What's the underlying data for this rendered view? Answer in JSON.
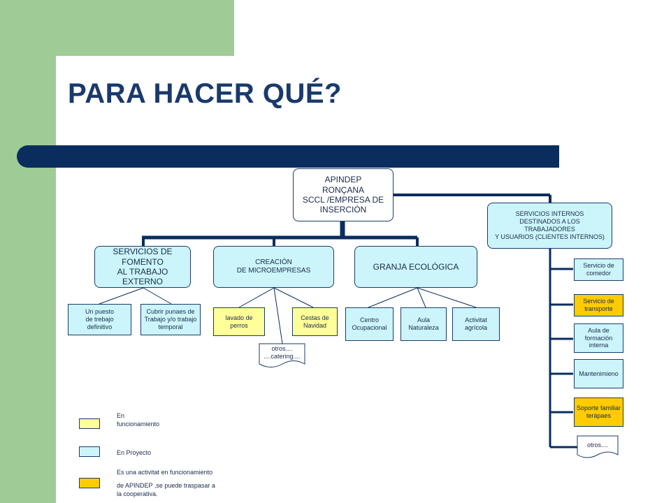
{
  "slide": {
    "title": "PARA HACER QUÉ?"
  },
  "root": {
    "label": "APINDEP\nRONÇANA\nSCCL /EMPRESA DE\nINSERCIÓN"
  },
  "branches": {
    "fomento": "SERVICIOS  DE\nFOMENTO\nAL TRABAJO\nEXTERNO",
    "creacion": "CREACIÓN\nDE MICROEMPRESAS",
    "granja": "GRANJA  ECOLÓGICA",
    "internos": "SERVICIOS INTERNOS\nDESTINADOS A LOS\nTRABAJADORES\nY USUARIOS (CLIENTES INTERNOS)"
  },
  "fomento_children": {
    "puesto": "Un puesto\nde trebajo\ndefinitivo",
    "cubrir": "Cubrir punaes de\nTrabajo y/o trabajo\ntemporal"
  },
  "creacion_children": {
    "lavado": "lavado de\nperros",
    "cestas": "Cestas de\nNavidad",
    "otros": "otros....\n....catering...."
  },
  "granja_children": {
    "centro": "Centro\nOcupacional",
    "aula": "Aula\nNaturaleza",
    "activitat": "Activitat\nagrícola"
  },
  "internos_children": {
    "comedor": "Servicio de\ncomedor",
    "transporte": "Servicio de\ntransporte",
    "formacion": "Aula de\nformación\ninterna",
    "mantenimiento": "Mantenimieno",
    "soporte": "Soporte familiar\nterápaes",
    "otros": "otros...."
  },
  "legend": {
    "funcionamiento": "En\nfuncionamiento",
    "proyecto": "En Proyecto",
    "traspasar_line1": "Es una activitat en funcionamiento",
    "traspasar_line2": "de APINDEP ,se puede traspasar a\nla cooperativa."
  },
  "colors": {
    "navy": "#0a2d5e",
    "green": "#9fcb97",
    "cyan": "#ccf5fb",
    "yellow": "#ffff99",
    "gold": "#ffcc00"
  }
}
